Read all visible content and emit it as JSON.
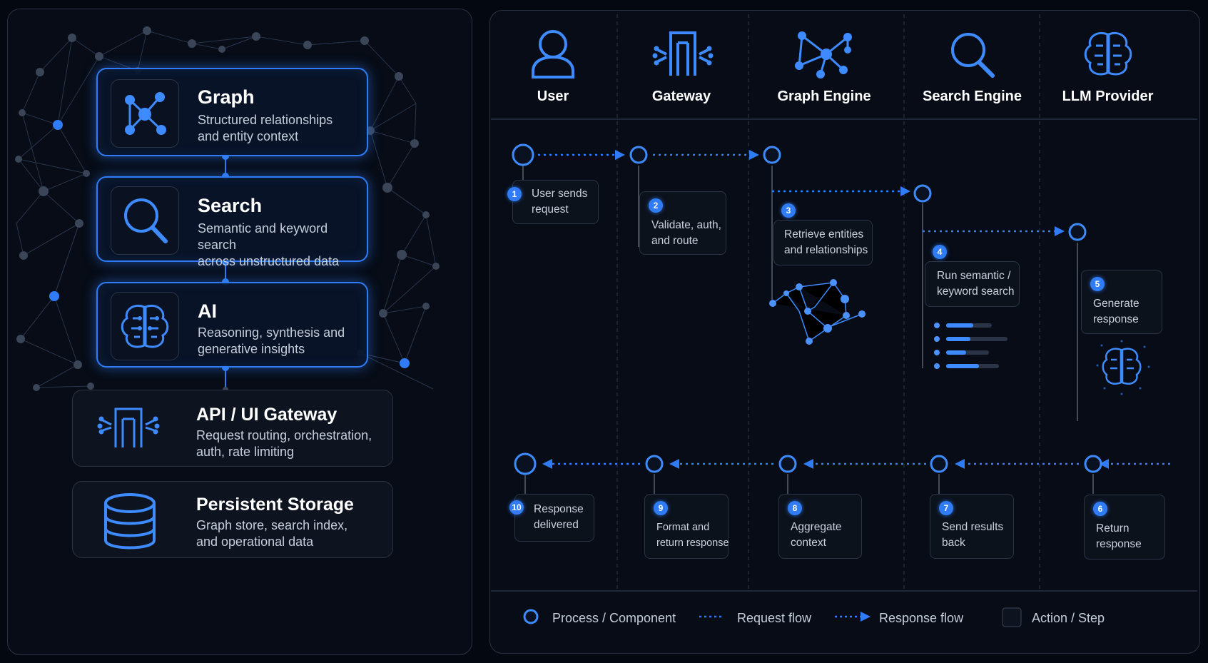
{
  "stack": {
    "layers": [
      {
        "title": "Graph",
        "desc_line1": "Structured relationships",
        "desc_line2": "and entity context"
      },
      {
        "title": "Search",
        "desc_line1": "Semantic and keyword search",
        "desc_line2": "across unstructured data"
      },
      {
        "title": "AI",
        "desc_line1": "Reasoning, synthesis and",
        "desc_line2": "generative insights"
      },
      {
        "title": "API / UI Gateway",
        "desc_line1": "Request routing, orchestration,",
        "desc_line2": "auth, rate limiting"
      },
      {
        "title": "Persistent Storage",
        "desc_line1": "Graph store, search index,",
        "desc_line2": "and operational data"
      }
    ]
  },
  "lanes": [
    "User",
    "Gateway",
    "Graph Engine",
    "Search Engine",
    "LLM Provider"
  ],
  "steps": [
    {
      "num": "1",
      "line1": "User sends",
      "line2": "request"
    },
    {
      "num": "2",
      "line1": "Validate, auth,",
      "line2": "and route"
    },
    {
      "num": "3",
      "line1": "Retrieve entities",
      "line2": "and relationships"
    },
    {
      "num": "4",
      "line1": "Run semantic /",
      "line2": "keyword search"
    },
    {
      "num": "5",
      "line1": "Generate",
      "line2": "response"
    },
    {
      "num": "6",
      "line1": "Return",
      "line2": "response"
    },
    {
      "num": "7",
      "line1": "Send results",
      "line2": "back"
    },
    {
      "num": "8",
      "line1": "Aggregate",
      "line2": "context"
    },
    {
      "num": "9",
      "line1": "Format and",
      "line2": "return response"
    },
    {
      "num": "10",
      "line1": "Response",
      "line2": "delivered"
    }
  ],
  "legend": {
    "process": "Process / Component",
    "request": "Request flow",
    "response": "Response flow",
    "action": "Action / Step"
  },
  "colors": {
    "accent": "#2f7cf6",
    "background": "#040811",
    "panel": "#070c16"
  }
}
